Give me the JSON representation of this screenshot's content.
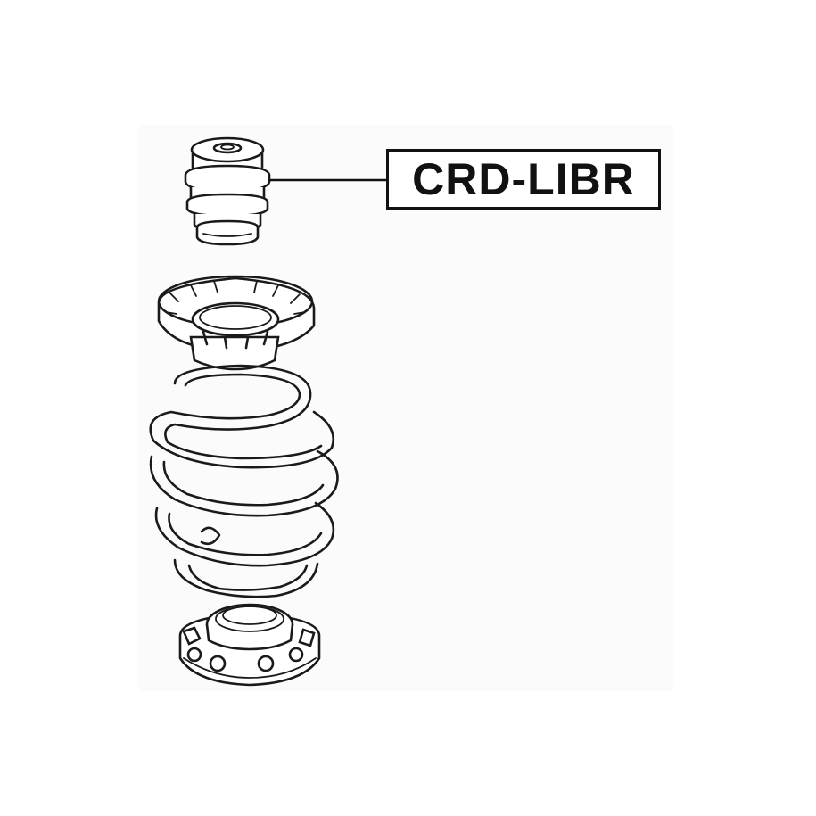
{
  "part_label": {
    "text": "CRD-LIBR"
  },
  "colors": {
    "line": "#1a1a1a",
    "background": "#ffffff",
    "label_border": "#111111"
  },
  "components": [
    {
      "name": "bump-stop",
      "shown": true
    },
    {
      "name": "upper-spring-seat",
      "shown": true
    },
    {
      "name": "coil-spring",
      "shown": true
    },
    {
      "name": "lower-spring-seat",
      "shown": true
    }
  ]
}
